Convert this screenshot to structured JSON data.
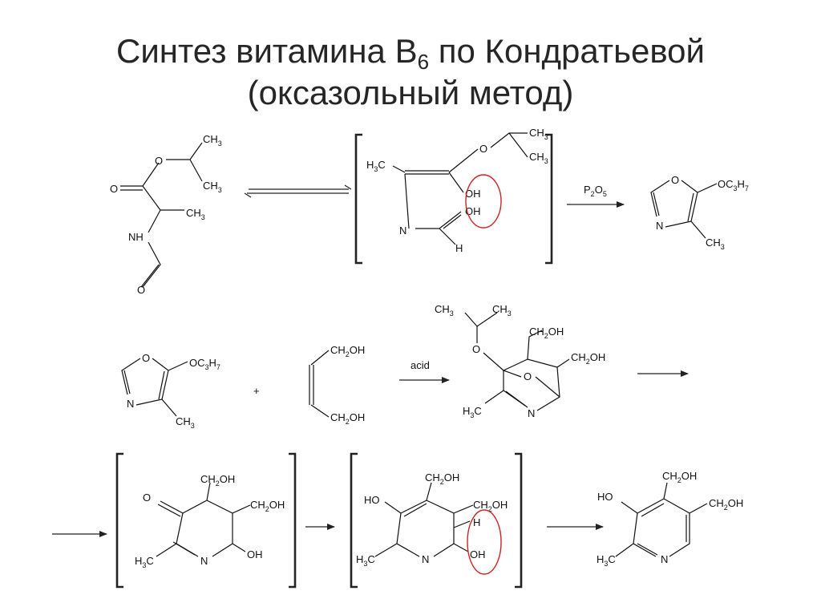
{
  "title": {
    "line1_a": "Синтез витамина B",
    "line1_sub": "6",
    "line1_b": " по Кондратьевой",
    "line2": "(оксазольный метод)"
  },
  "labels": {
    "ch3": "CH",
    "sub3": "3",
    "o": "O",
    "n": "N",
    "nh": "NH",
    "h": "H",
    "oh": "OH",
    "ho": "HO",
    "ch2oh_a": "CH",
    "sub2": "2",
    "ch2oh_b": "OH",
    "h3c_a": "H",
    "h3c_b": "C",
    "oc3h7_a": "OC",
    "oc3h7_b": "H",
    "sub7": "7",
    "p2o5_a": "P",
    "p2o5_b": "O",
    "sub5": "5",
    "acid": "acid",
    "plus": "+"
  },
  "colors": {
    "highlight": "#d02424",
    "ink": "#111111"
  }
}
